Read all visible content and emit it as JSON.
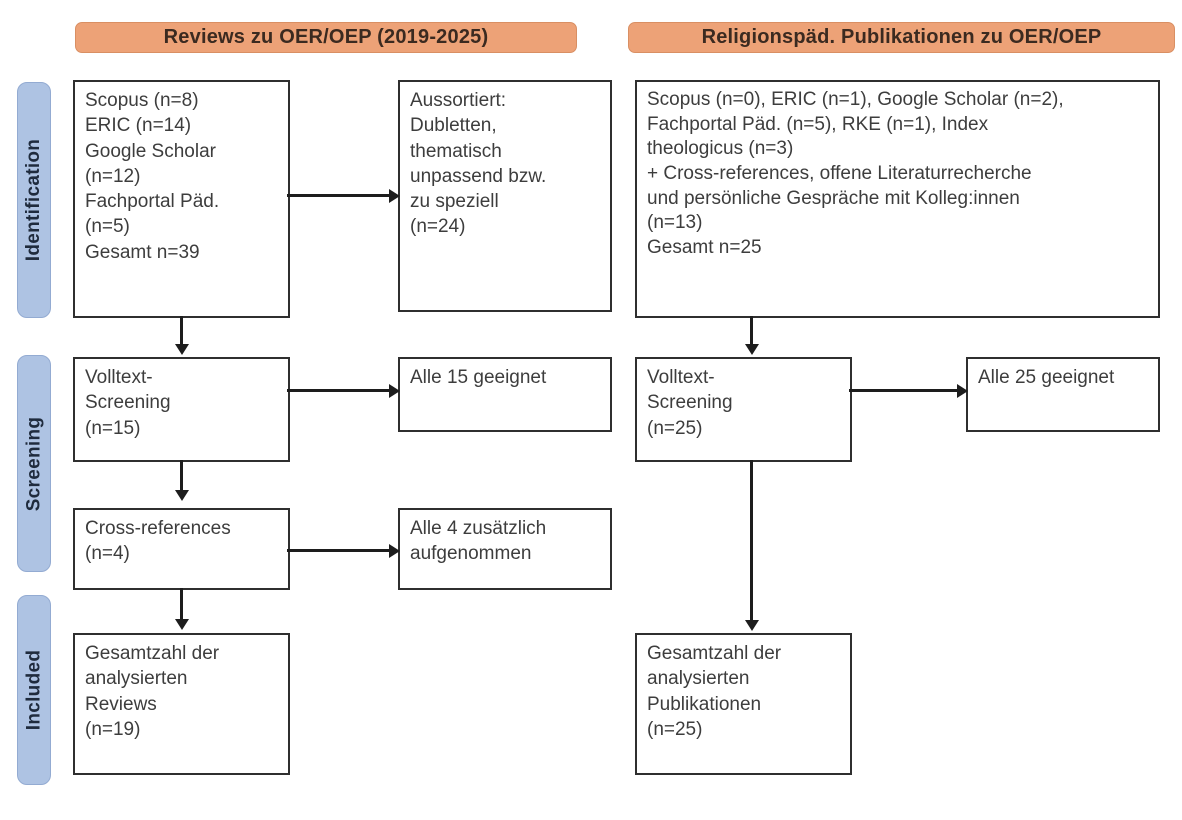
{
  "figure": {
    "type": "prisma-flow-diagram",
    "language": "de",
    "colors": {
      "header_fill": "#eda277",
      "header_border": "#d98f63",
      "stage_fill": "#aec3e3",
      "stage_border": "#93abd2",
      "box_border": "#2f2f2f",
      "connector": "#1d1d1d",
      "background": "#ffffff",
      "text": "#3d3d3d"
    }
  },
  "headers": {
    "left": "Reviews zu OER/OEP (2019-2025)",
    "right": "Religionspäd. Publikationen zu OER/OEP"
  },
  "stages": [
    {
      "key": "identification",
      "label": "Identification"
    },
    {
      "key": "screening",
      "label": "Screening"
    },
    {
      "key": "included",
      "label": "Included"
    }
  ],
  "left_column": {
    "identification_sources": "Scopus (n=8)\nERIC (n=14)\nGoogle Scholar\n(n=12)\nFachportal Päd.\n(n=5)\nGesamt n=39",
    "excluded": "Aussortiert:\nDubletten,\nthematisch\nunpassend bzw.\nzu speziell\n(n=24)",
    "fulltext_screening": "Volltext-\nScreening\n(n=15)",
    "fulltext_result": "Alle 15 geeignet",
    "cross_references": "Cross-references\n(n=4)",
    "cross_references_result": "Alle 4 zusätzlich\naufgenommen",
    "included_total": "Gesamtzahl der\nanalysierten\nReviews\n(n=19)"
  },
  "right_column": {
    "identification_sources": "Scopus (n=0), ERIC (n=1), Google Scholar (n=2),\nFachportal Päd. (n=5), RKE (n=1), Index\ntheologicus (n=3)\n+ Cross-references, offene Literaturrecherche\nund persönliche Gespräche mit Kolleg:innen\n(n=13)\nGesamt n=25",
    "fulltext_screening": "Volltext-\nScreening\n(n=25)",
    "fulltext_result": "Alle 25 geeignet",
    "included_total": "Gesamtzahl der\nanalysierten\nPublikationen\n(n=25)"
  },
  "counts": {
    "left_scopus": 8,
    "left_eric": 14,
    "left_google_scholar": 12,
    "left_fachportal": 5,
    "left_total_identified": 39,
    "left_excluded": 24,
    "left_fulltext_screened": 15,
    "left_fulltext_suitable": 15,
    "left_cross_references": 4,
    "left_cross_references_added": 4,
    "left_included": 19,
    "right_scopus": 0,
    "right_eric": 1,
    "right_google_scholar": 2,
    "right_fachportal": 5,
    "right_rke": 1,
    "right_index_theologicus": 3,
    "right_other_sources": 13,
    "right_total_identified": 25,
    "right_fulltext_screened": 25,
    "right_fulltext_suitable": 25,
    "right_included": 25
  }
}
